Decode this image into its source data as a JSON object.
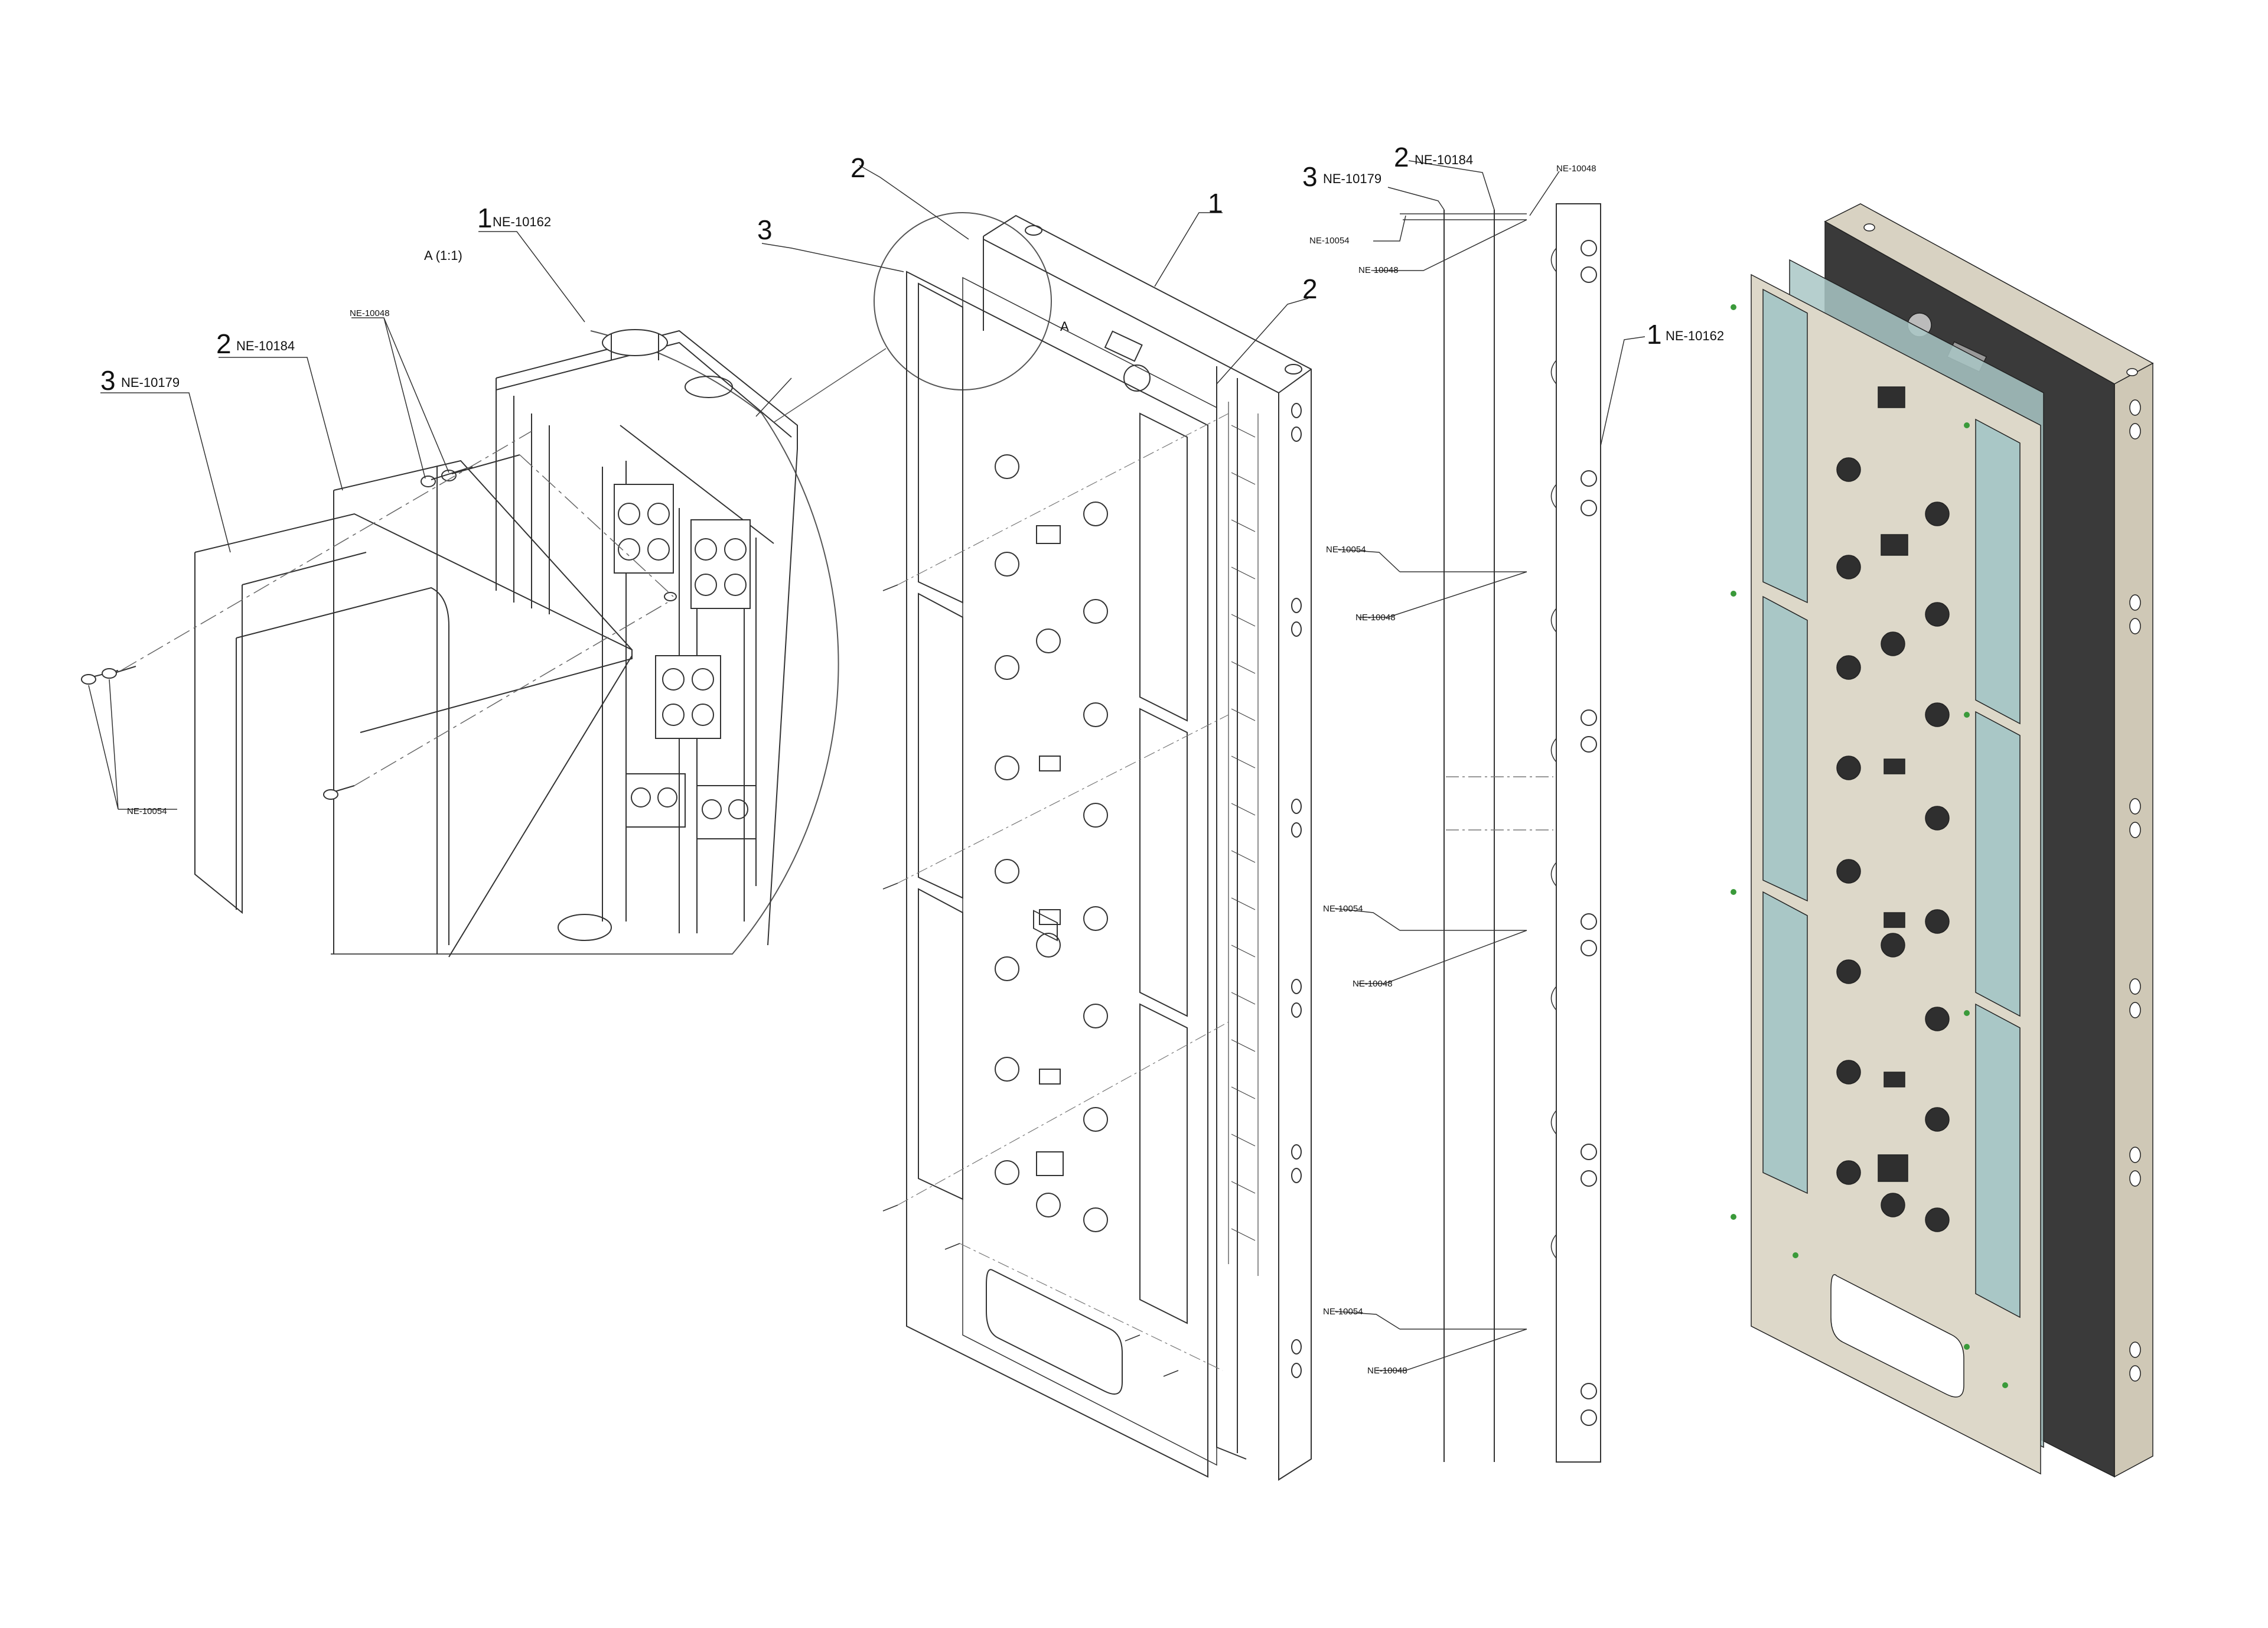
{
  "detail": {
    "view_label": "A (1:1)",
    "callout_letter": "A",
    "items": [
      {
        "num": "1",
        "part": "NE-10162"
      },
      {
        "num": "2",
        "part": "NE-10184"
      },
      {
        "num": "3",
        "part": "NE-10179"
      }
    ],
    "screw_part": "NE-10054",
    "spacer_part": "NE-10048"
  },
  "exploded": {
    "items": [
      {
        "num": "1"
      },
      {
        "num": "2"
      },
      {
        "num": "3"
      },
      {
        "num": "2"
      }
    ]
  },
  "side_view": {
    "items": [
      {
        "num": "3",
        "part": "NE-10179"
      },
      {
        "num": "2",
        "part": "NE-10184"
      },
      {
        "num": "1",
        "part": "NE-10162"
      }
    ],
    "hardware_labels": [
      "NE-10048",
      "NE-10054",
      "NE-10048",
      "NE-10054",
      "NE-10048",
      "NE-10054",
      "NE-10048",
      "NE-10054",
      "NE-10048"
    ]
  },
  "colors": {
    "line": "#333333",
    "faint": "#8a8a8a",
    "front_panel": "#ddd8c9",
    "glass": "#a9c7c6",
    "frame_dark": "#3a3a3a",
    "frame_light": "#d8d2c2",
    "screw_green": "#3a9a3a"
  }
}
